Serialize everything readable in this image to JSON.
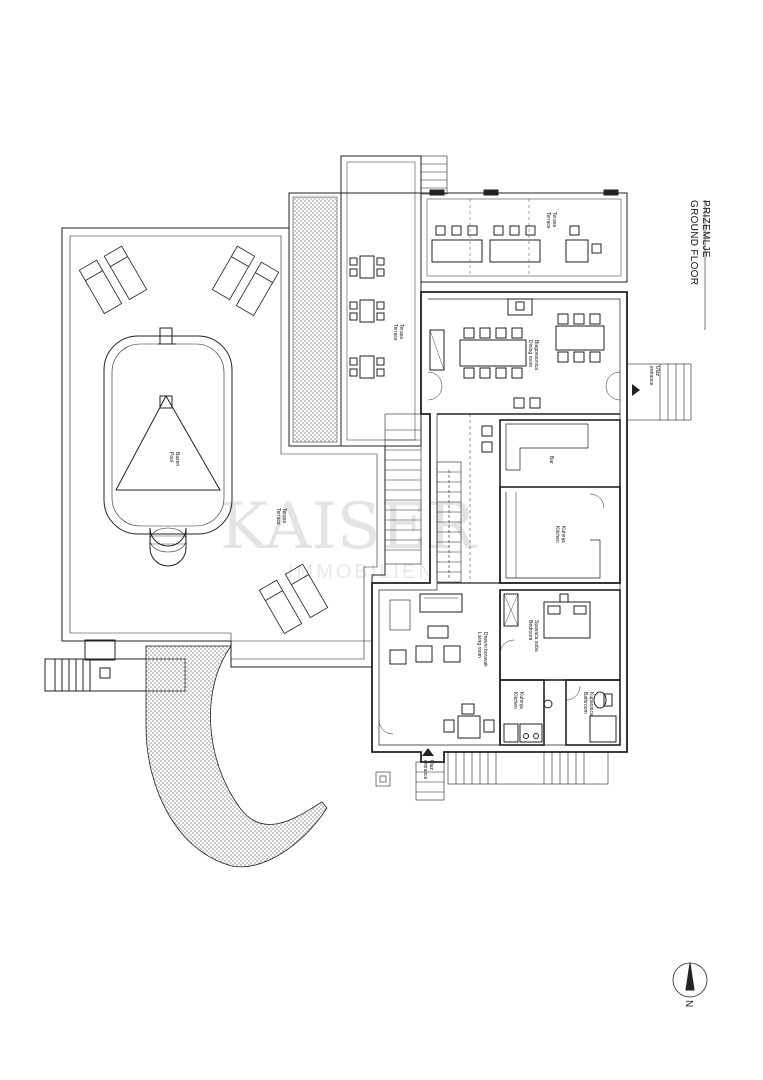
{
  "title": {
    "line1": "PRIZEMLJE",
    "line2": "GROUND FLOOR"
  },
  "watermark": {
    "brand": "KAISER",
    "sub": "IMMOBILIEN"
  },
  "rooms": {
    "terrace_top": [
      "Terasa",
      "Terrace"
    ],
    "terrace_mid": [
      "Terasa",
      "Terrace"
    ],
    "terrace_pool": [
      "Terasa",
      "Terrace"
    ],
    "pool": [
      "Bazen",
      "Pool"
    ],
    "dining": [
      "Blagovaonica",
      "Dining room"
    ],
    "bar": [
      "Bar"
    ],
    "kitchen_main": [
      "Kuhinja",
      "Kitchen"
    ],
    "bedroom": [
      "Spavaća soba",
      "Bedroom"
    ],
    "living": [
      "Dnevni boravak",
      "Living room"
    ],
    "kitchen_small": [
      "Kuhinja",
      "Kitchen"
    ],
    "bathroom": [
      "Kupaonica",
      "Bathroom"
    ],
    "entrance_main": [
      "Ulaz",
      "entrance"
    ],
    "entrance_side": [
      "Ulaz",
      "entrance"
    ]
  },
  "compass": {
    "letter": "N"
  },
  "colors": {
    "line": "#222222",
    "hatch": "#7a7a7a",
    "watermark": "#e4e4e4"
  }
}
